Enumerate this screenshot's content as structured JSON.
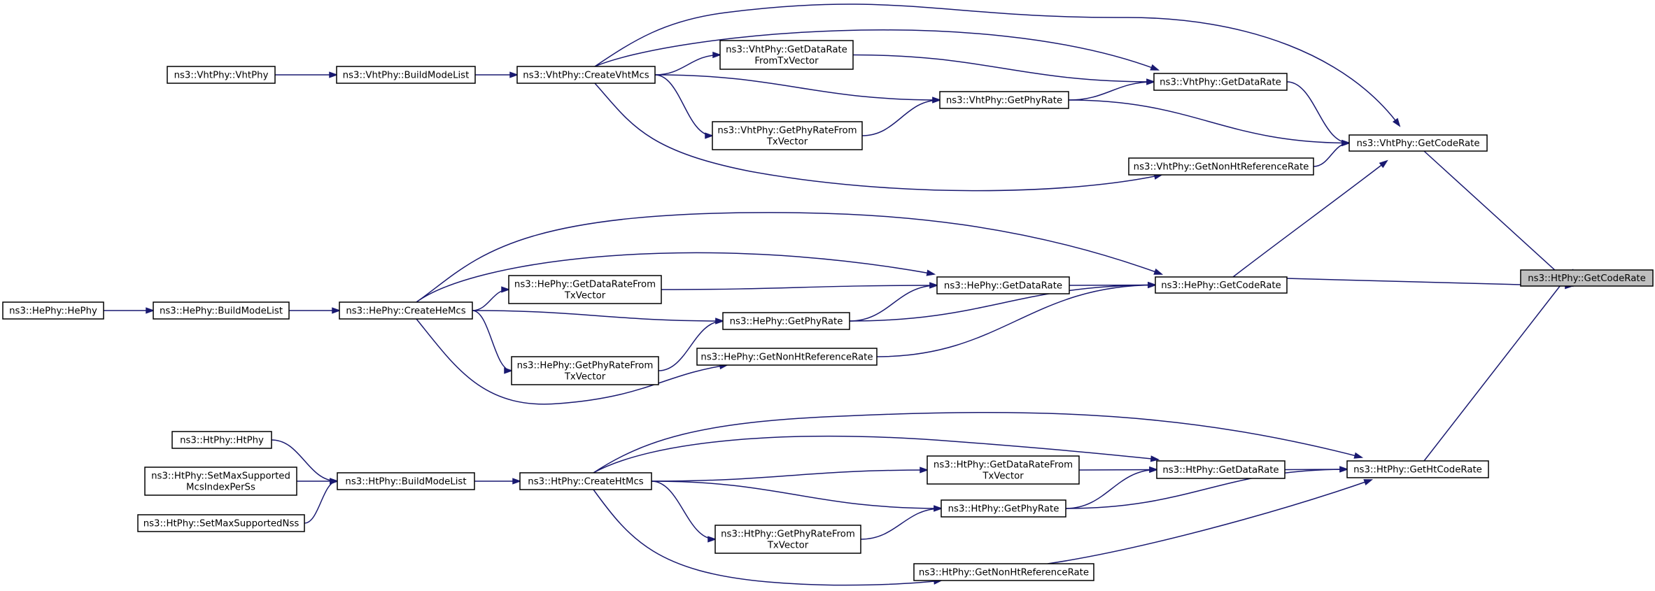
{
  "graph": {
    "kind": "caller-graph",
    "edge_color": "#191970",
    "node_border_color": "#000000",
    "target_fill": "#bfbfbf",
    "nodes": [
      {
        "id": "target",
        "lines": [
          "ns3::HtPhy::GetCodeRate"
        ],
        "target": true
      },
      {
        "id": "vht_gcr",
        "lines": [
          "ns3::VhtPhy::GetCodeRate"
        ]
      },
      {
        "id": "he_gcr",
        "lines": [
          "ns3::HePhy::GetCodeRate"
        ]
      },
      {
        "id": "ht_ghcr",
        "lines": [
          "ns3::HtPhy::GetHtCodeRate"
        ]
      },
      {
        "id": "vht_gdr",
        "lines": [
          "ns3::VhtPhy::GetDataRate"
        ]
      },
      {
        "id": "vht_gpr",
        "lines": [
          "ns3::VhtPhy::GetPhyRate"
        ]
      },
      {
        "id": "vht_gnhr",
        "lines": [
          "ns3::VhtPhy::GetNonHtReferenceRate"
        ]
      },
      {
        "id": "vht_gdrtx",
        "lines": [
          "ns3::VhtPhy::GetDataRate",
          "FromTxVector"
        ]
      },
      {
        "id": "vht_gprtx",
        "lines": [
          "ns3::VhtPhy::GetPhyRateFrom",
          "TxVector"
        ]
      },
      {
        "id": "vht_cvm",
        "lines": [
          "ns3::VhtPhy::CreateVhtMcs"
        ]
      },
      {
        "id": "vht_bml",
        "lines": [
          "ns3::VhtPhy::BuildModeList"
        ]
      },
      {
        "id": "vht_ctor",
        "lines": [
          "ns3::VhtPhy::VhtPhy"
        ]
      },
      {
        "id": "he_gdr",
        "lines": [
          "ns3::HePhy::GetDataRate"
        ]
      },
      {
        "id": "he_gpr",
        "lines": [
          "ns3::HePhy::GetPhyRate"
        ]
      },
      {
        "id": "he_gnhr",
        "lines": [
          "ns3::HePhy::GetNonHtReferenceRate"
        ]
      },
      {
        "id": "he_gdrtx",
        "lines": [
          "ns3::HePhy::GetDataRateFrom",
          "TxVector"
        ]
      },
      {
        "id": "he_gprtx",
        "lines": [
          "ns3::HePhy::GetPhyRateFrom",
          "TxVector"
        ]
      },
      {
        "id": "he_chm",
        "lines": [
          "ns3::HePhy::CreateHeMcs"
        ]
      },
      {
        "id": "he_bml",
        "lines": [
          "ns3::HePhy::BuildModeList"
        ]
      },
      {
        "id": "he_ctor",
        "lines": [
          "ns3::HePhy::HePhy"
        ]
      },
      {
        "id": "ht_gdr",
        "lines": [
          "ns3::HtPhy::GetDataRate"
        ]
      },
      {
        "id": "ht_gpr",
        "lines": [
          "ns3::HtPhy::GetPhyRate"
        ]
      },
      {
        "id": "ht_gnhr",
        "lines": [
          "ns3::HtPhy::GetNonHtReferenceRate"
        ]
      },
      {
        "id": "ht_gdrtx",
        "lines": [
          "ns3::HtPhy::GetDataRateFrom",
          "TxVector"
        ]
      },
      {
        "id": "ht_gprtx",
        "lines": [
          "ns3::HtPhy::GetPhyRateFrom",
          "TxVector"
        ]
      },
      {
        "id": "ht_chm",
        "lines": [
          "ns3::HtPhy::CreateHtMcs"
        ]
      },
      {
        "id": "ht_bml",
        "lines": [
          "ns3::HtPhy::BuildModeList"
        ]
      },
      {
        "id": "ht_ctor",
        "lines": [
          "ns3::HtPhy::HtPhy"
        ]
      },
      {
        "id": "ht_smsmips",
        "lines": [
          "ns3::HtPhy::SetMaxSupported",
          "McsIndexPerSs"
        ]
      },
      {
        "id": "ht_smsn",
        "lines": [
          "ns3::HtPhy::SetMaxSupportedNss"
        ]
      }
    ],
    "edges": [
      {
        "from": "vht_gcr",
        "to": "target"
      },
      {
        "from": "he_gcr",
        "to": "vht_gcr"
      },
      {
        "from": "he_gcr",
        "to": "target"
      },
      {
        "from": "ht_ghcr",
        "to": "target"
      },
      {
        "from": "vht_gdr",
        "to": "vht_gcr"
      },
      {
        "from": "vht_gpr",
        "to": "vht_gcr"
      },
      {
        "from": "vht_gnhr",
        "to": "vht_gcr"
      },
      {
        "from": "vht_cvm",
        "to": "vht_gcr"
      },
      {
        "from": "vht_gdrtx",
        "to": "vht_gdr"
      },
      {
        "from": "vht_gpr",
        "to": "vht_gdr"
      },
      {
        "from": "vht_cvm",
        "to": "vht_gdr"
      },
      {
        "from": "vht_gprtx",
        "to": "vht_gpr"
      },
      {
        "from": "vht_cvm",
        "to": "vht_gpr"
      },
      {
        "from": "vht_cvm",
        "to": "vht_gnhr"
      },
      {
        "from": "vht_cvm",
        "to": "vht_gdrtx"
      },
      {
        "from": "vht_cvm",
        "to": "vht_gprtx"
      },
      {
        "from": "vht_bml",
        "to": "vht_cvm"
      },
      {
        "from": "vht_ctor",
        "to": "vht_bml"
      },
      {
        "from": "he_gdr",
        "to": "he_gcr"
      },
      {
        "from": "he_gpr",
        "to": "he_gcr"
      },
      {
        "from": "he_gnhr",
        "to": "he_gcr"
      },
      {
        "from": "he_chm",
        "to": "he_gcr"
      },
      {
        "from": "he_gdrtx",
        "to": "he_gdr"
      },
      {
        "from": "he_gpr",
        "to": "he_gdr"
      },
      {
        "from": "he_chm",
        "to": "he_gdr"
      },
      {
        "from": "he_gprtx",
        "to": "he_gpr"
      },
      {
        "from": "he_chm",
        "to": "he_gpr"
      },
      {
        "from": "he_chm",
        "to": "he_gnhr"
      },
      {
        "from": "he_chm",
        "to": "he_gdrtx"
      },
      {
        "from": "he_chm",
        "to": "he_gprtx"
      },
      {
        "from": "he_bml",
        "to": "he_chm"
      },
      {
        "from": "he_ctor",
        "to": "he_bml"
      },
      {
        "from": "ht_gdr",
        "to": "ht_ghcr"
      },
      {
        "from": "ht_gpr",
        "to": "ht_ghcr"
      },
      {
        "from": "ht_gnhr",
        "to": "ht_ghcr"
      },
      {
        "from": "ht_chm",
        "to": "ht_ghcr"
      },
      {
        "from": "ht_gdrtx",
        "to": "ht_gdr"
      },
      {
        "from": "ht_gpr",
        "to": "ht_gdr"
      },
      {
        "from": "ht_chm",
        "to": "ht_gdr"
      },
      {
        "from": "ht_gprtx",
        "to": "ht_gpr"
      },
      {
        "from": "ht_chm",
        "to": "ht_gpr"
      },
      {
        "from": "ht_chm",
        "to": "ht_gnhr"
      },
      {
        "from": "ht_chm",
        "to": "ht_gdrtx"
      },
      {
        "from": "ht_chm",
        "to": "ht_gprtx"
      },
      {
        "from": "ht_bml",
        "to": "ht_chm"
      },
      {
        "from": "ht_ctor",
        "to": "ht_bml"
      },
      {
        "from": "ht_smsmips",
        "to": "ht_bml"
      },
      {
        "from": "ht_smsn",
        "to": "ht_bml"
      }
    ]
  }
}
